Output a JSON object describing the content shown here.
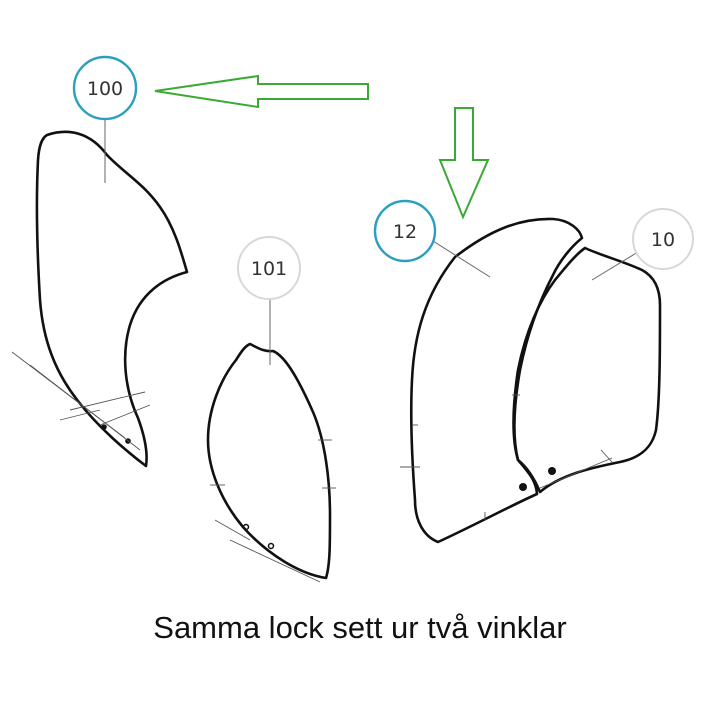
{
  "balloons": {
    "b100": {
      "label": "100",
      "color": "#2a9fc0"
    },
    "b101": {
      "label": "101",
      "color": "#d8d8d8"
    },
    "b12": {
      "label": "12",
      "color": "#2a9fc0"
    },
    "b10": {
      "label": "10",
      "color": "#d8d8d8"
    }
  },
  "arrows": {
    "color": "#3aaa35"
  },
  "caption": "Samma lock sett ur två vinklar"
}
